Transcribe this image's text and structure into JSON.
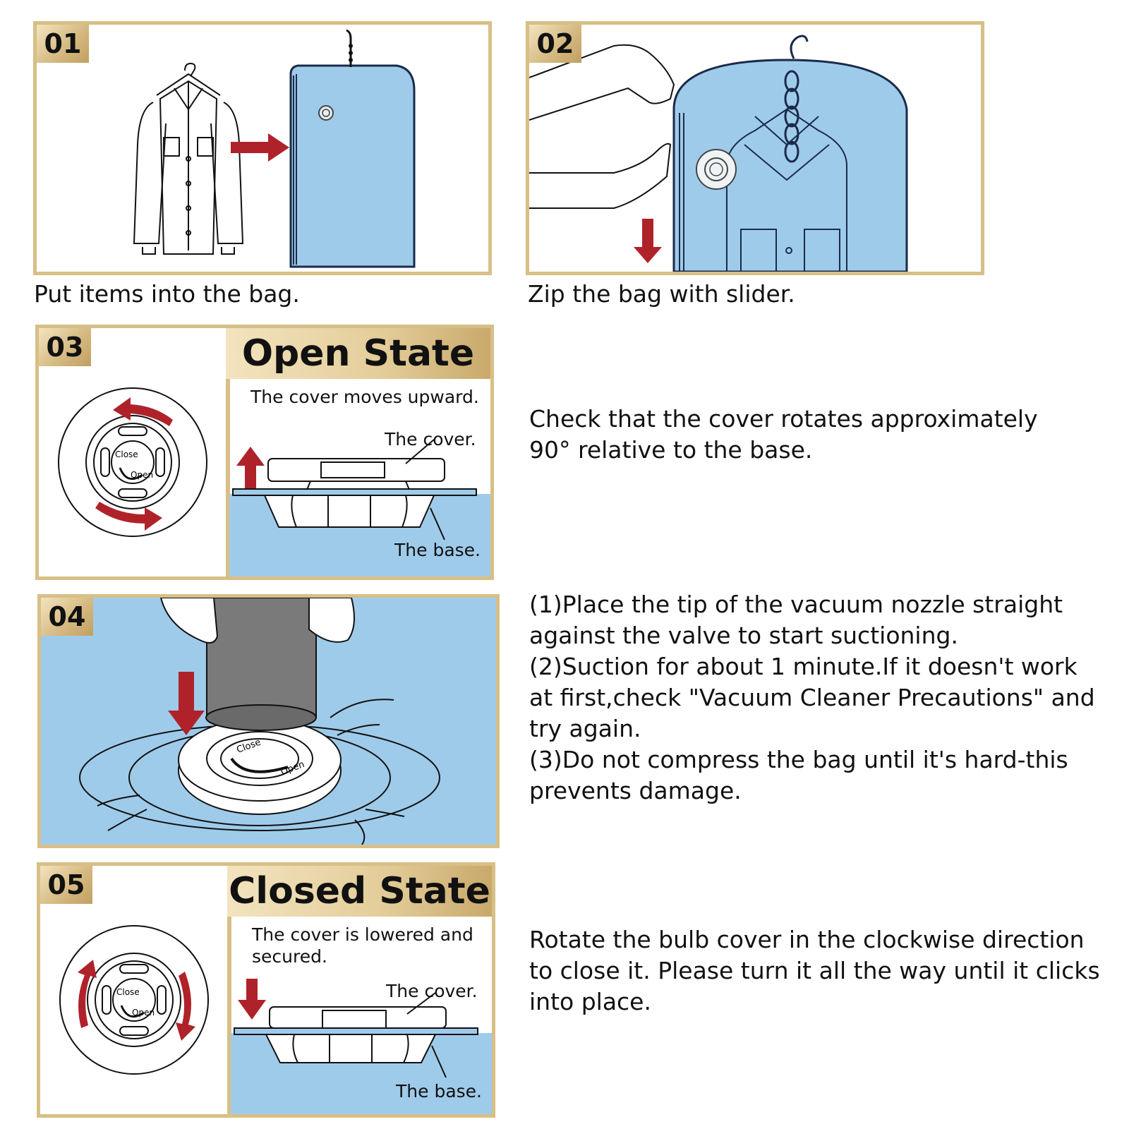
{
  "steps": {
    "s1": {
      "number": "01",
      "caption": "Put items into the bag."
    },
    "s2": {
      "number": "02",
      "caption": "Zip the bag with slider."
    },
    "s3": {
      "number": "03",
      "state_title": "Open State",
      "state_desc": "The cover moves upward.",
      "label_cover": "The cover.",
      "label_base": "The base.",
      "valve_close": "Close",
      "valve_open": "Open",
      "caption_lines": [
        "Check that the cover rotates approximately",
        "90° relative to the base."
      ]
    },
    "s4": {
      "number": "04",
      "valve_close": "Close",
      "valve_open": "Open",
      "caption_lines": [
        "(1)Place the tip of the vacuum nozzle straight",
        "against the valve to start suctioning.",
        "(2)Suction for about 1 minute.If it doesn't work",
        "at first,check \"Vacuum Cleaner Precautions\" and",
        "try again.",
        "(3)Do not compress the bag until it's hard-this",
        "prevents damage."
      ]
    },
    "s5": {
      "number": "05",
      "state_title": "Closed State",
      "state_desc_lines": [
        "The cover is lowered and",
        "secured."
      ],
      "label_cover": "The cover.",
      "label_base": "The base.",
      "valve_close": "Close",
      "valve_open": "Open",
      "caption_lines": [
        "Rotate the bulb cover in the clockwise direction",
        "to close it. Please turn it all the way until it clicks",
        "into place."
      ]
    }
  },
  "colors": {
    "gold": "#d8bf86",
    "blue": "#9fcbea",
    "red": "#b0222a",
    "nozzle": "#7a7a7a"
  }
}
